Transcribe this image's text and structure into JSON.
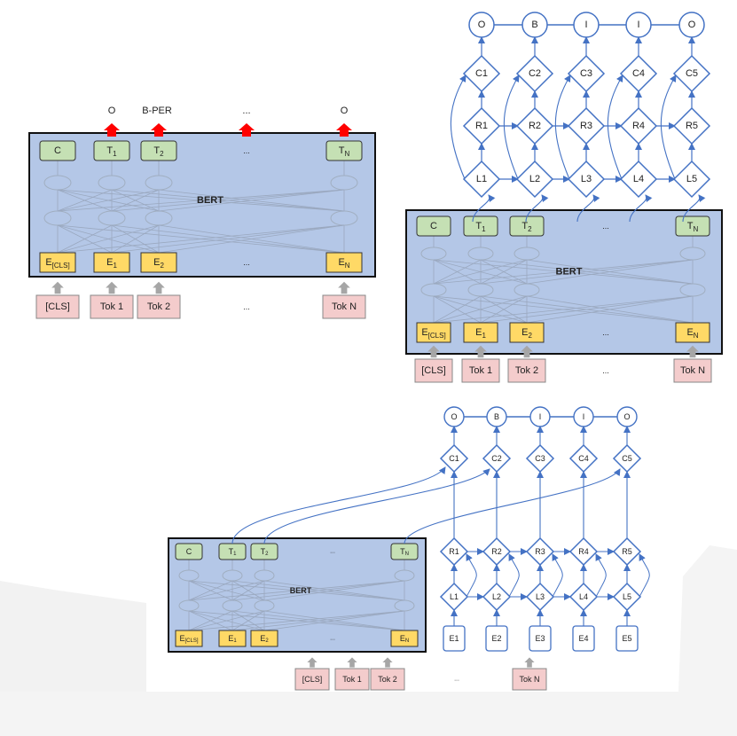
{
  "bert_label": "BERT",
  "ellipsis": "...",
  "panel_a": {
    "embed_labels": [
      "E[CLS]",
      "E1",
      "E2",
      "...",
      "EN"
    ],
    "top_labels": [
      "C",
      "T1",
      "T2",
      "...",
      "TN"
    ],
    "token_labels": [
      "[CLS]",
      "Tok 1",
      "Tok 2",
      "...",
      "Tok N"
    ],
    "output_labels": [
      "O",
      "B-PER",
      "...",
      "O"
    ]
  },
  "panel_b": {
    "embed_labels": [
      "E[CLS]",
      "E1",
      "E2",
      "...",
      "EN"
    ],
    "top_labels": [
      "C",
      "T1",
      "T2",
      "...",
      "TN"
    ],
    "token_labels": [
      "[CLS]",
      "Tok 1",
      "Tok 2",
      "...",
      "Tok N"
    ],
    "tags": [
      "O",
      "B",
      "I",
      "I",
      "O"
    ],
    "crf": [
      "C1",
      "C2",
      "C3",
      "C4",
      "C5"
    ],
    "right_lstm": [
      "R1",
      "R2",
      "R3",
      "R4",
      "R5"
    ],
    "left_lstm": [
      "L1",
      "L2",
      "L3",
      "L4",
      "L5"
    ]
  },
  "panel_c": {
    "embed_labels": [
      "E[CLS]",
      "E1",
      "E2",
      "...",
      "EN"
    ],
    "top_labels": [
      "C",
      "T1",
      "T2",
      "...",
      "TN"
    ],
    "token_labels": [
      "[CLS]",
      "Tok 1",
      "Tok 2",
      "...",
      "Tok N"
    ],
    "tags": [
      "O",
      "B",
      "I",
      "I",
      "O"
    ],
    "crf": [
      "C1",
      "C2",
      "C3",
      "C4",
      "C5"
    ],
    "right_lstm": [
      "R1",
      "R2",
      "R3",
      "R4",
      "R5"
    ],
    "left_lstm": [
      "L1",
      "L2",
      "L3",
      "L4",
      "L5"
    ],
    "word_embed": [
      "E1",
      "E2",
      "E3",
      "E4",
      "E5"
    ]
  },
  "colors": {
    "bert_fill": "#b4c7e7",
    "embed_fill": "#ffd966",
    "top_fill": "#c5e0b4",
    "token_fill": "#f4cccc",
    "node_stroke": "#4472c4",
    "arrow_red": "#ff0000",
    "arrow_gray": "#a6a6a6"
  }
}
